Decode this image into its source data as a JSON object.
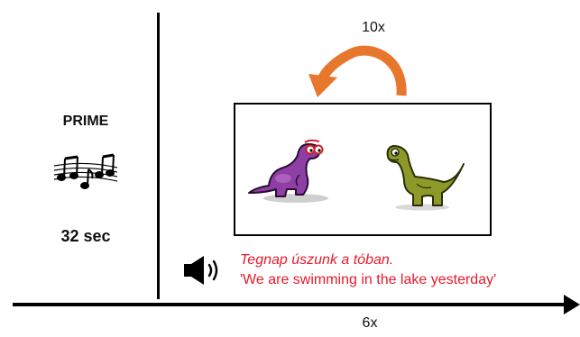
{
  "prime": {
    "label": "PRIME",
    "duration": "32 sec",
    "icon": "music-notes-icon"
  },
  "trial": {
    "repeat_top": "10x",
    "repeat_bottom": "6x",
    "sentence_hungarian": "Tegnap úszunk a tóban.",
    "sentence_english": "'We are swimming in the lake yesterday'",
    "audio_icon": "speaker-icon"
  },
  "colors": {
    "sentence": "#e8192c",
    "loop_arrow": "#e8772e",
    "purple_dino": "#8e3fa3",
    "green_dino": "#8d9a2a"
  }
}
